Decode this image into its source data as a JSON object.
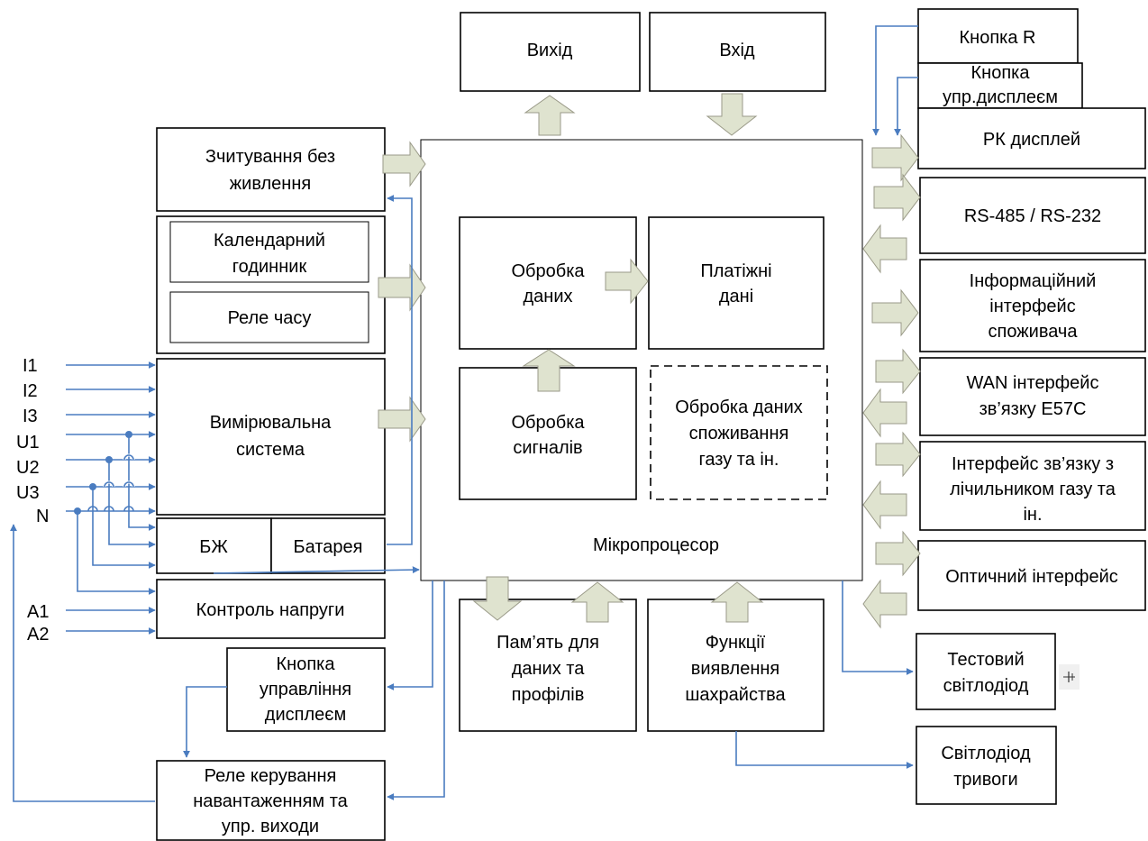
{
  "blocks": {
    "vykhid": "Вихід",
    "vkhid": "Вхід",
    "knopka_r": "Кнопка R",
    "knopka_upr_1": "Кнопка",
    "knopka_upr_2": "упр.дисплеєм",
    "rk_dysplei": "РК дисплей",
    "rs485": "RS-485 / RS-232",
    "info_1": "Інформаційний",
    "info_2": "інтерфейс",
    "info_3": "споживача",
    "wan_1": "WAN інтерфейс",
    "wan_2": "зв’язку Е57С",
    "gas_if_1": "Інтерфейс зв’язку з",
    "gas_if_2": "лічильником газу та",
    "gas_if_3": "ін.",
    "optical": "Оптичний інтерфейс",
    "test_led_1": "Тестовий",
    "test_led_2": "світлодіод",
    "alarm_led_1": "Світлодіод",
    "alarm_led_2": "тривоги",
    "zchyt_1": "Зчитування без",
    "zchyt_2": "живлення",
    "calendar_1": "Календарний",
    "calendar_2": "годинник",
    "rele_chasu": "Реле часу",
    "vymir_1": "Вимірювальна",
    "vymir_2": "система",
    "bzh": "БЖ",
    "batareia": "Батарея",
    "kontrol": "Контроль напруги",
    "knopka_dysp_1": "Кнопка",
    "knopka_dysp_2": "управління",
    "knopka_dysp_3": "дисплеєм",
    "rele_ker_1": "Реле керування",
    "rele_ker_2": "навантаженням та",
    "rele_ker_3": "упр. виходи",
    "mikroprotsesor": "Мікропроцесор",
    "obrobka_danykh_1": "Обробка",
    "obrobka_danykh_2": "даних",
    "platizhni_1": "Платіжні",
    "platizhni_2": "дані",
    "obrobka_syg_1": "Обробка",
    "obrobka_syg_2": "сигналів",
    "gaz_1": "Обробка даних",
    "gaz_2": "споживання",
    "gaz_3": "газу та ін.",
    "pamiat_1": "Пам’ять для",
    "pamiat_2": "даних та",
    "pamiat_3": "профілів",
    "funktsii_1": "Функції",
    "funktsii_2": "виявлення",
    "funktsii_3": "шахрайства"
  },
  "inputs": [
    "I1",
    "I2",
    "I3",
    "U1",
    "U2",
    "U3",
    "N",
    "A1",
    "A2"
  ],
  "colors": {
    "connector": "#4a7cc0",
    "block_arrow_fill": "#dfe3cf",
    "block_border": "#000000"
  },
  "icons": {
    "test_led_symbol": "led-symbol-icon"
  }
}
